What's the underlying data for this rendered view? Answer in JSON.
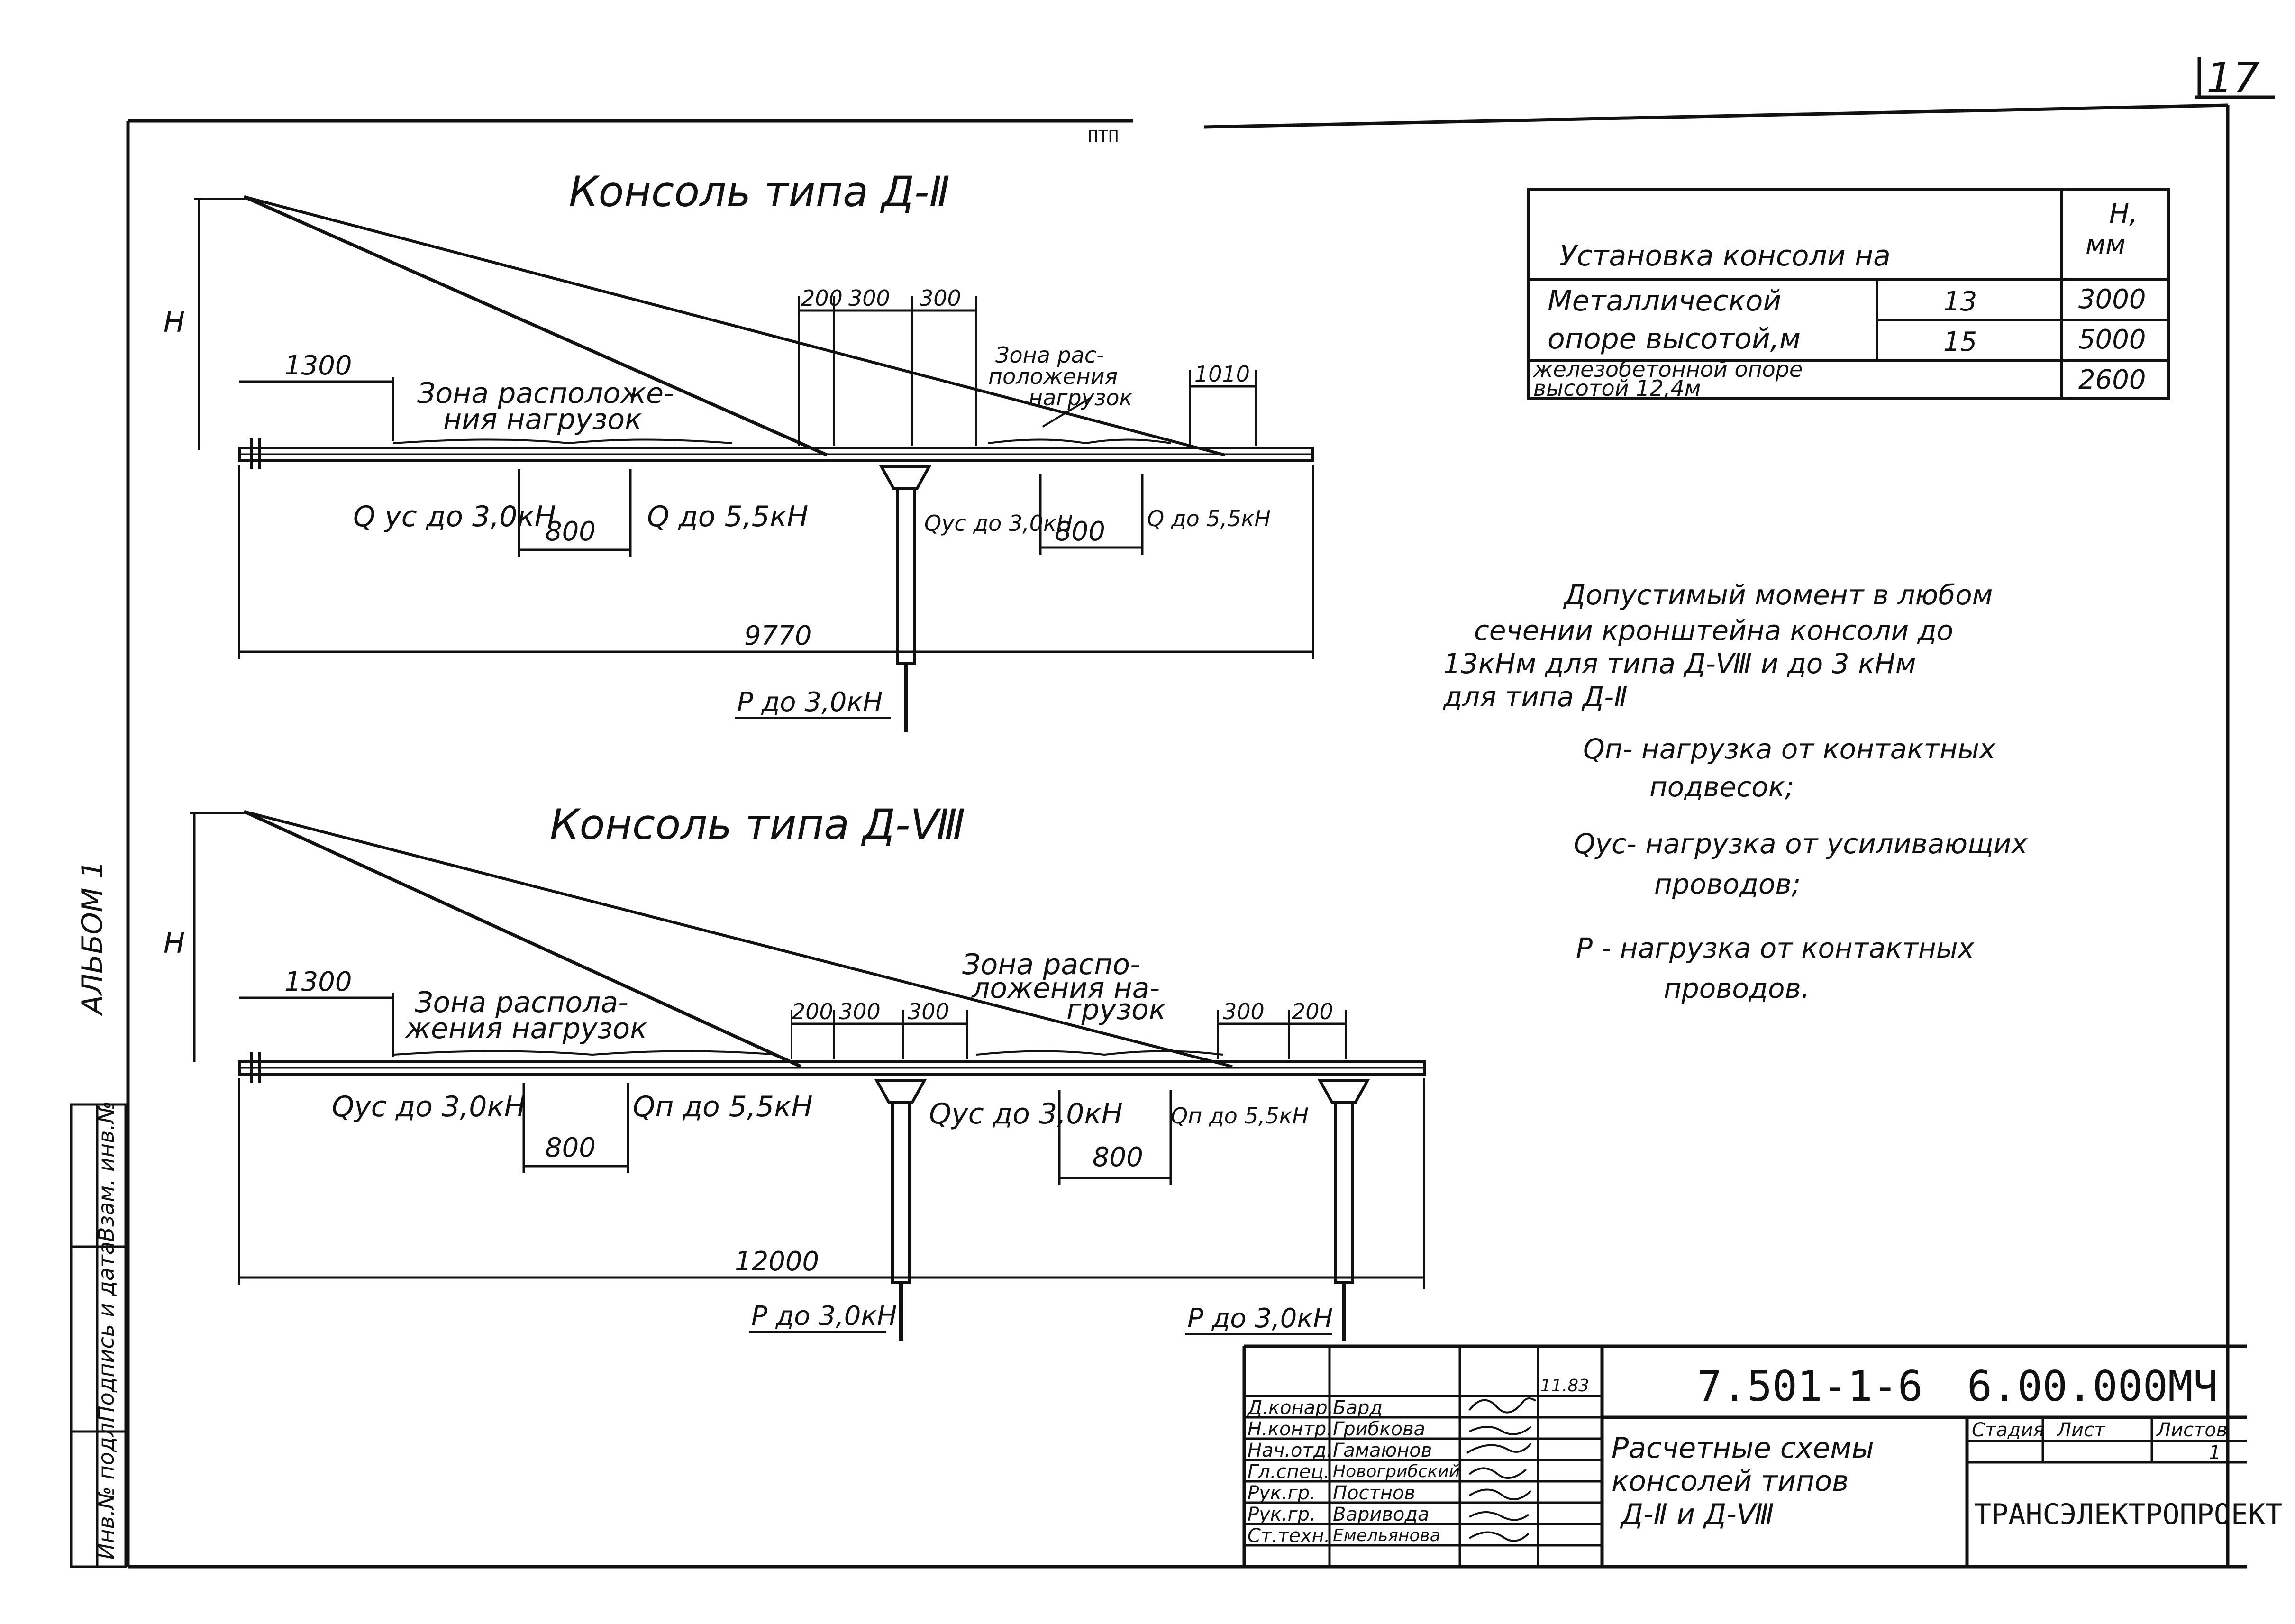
{
  "page_number": "17",
  "side_label": "АЛЬБОМ 1",
  "side_stamp": [
    "Инв.№ подл.",
    "Подпись и дата",
    "Взам. инв.№"
  ],
  "top_mark": "ПТП",
  "console_2": {
    "title": "Консоль типа Д-Ⅱ",
    "h_label": "Н",
    "dim_1300": "1300",
    "zone_left": [
      "Зона расположе-",
      "ния нагрузок"
    ],
    "dim_200": "200",
    "dim_300a": "300",
    "dim_300b": "300",
    "zone_right": [
      "Зона рас-",
      "положения",
      "нагрузок"
    ],
    "dim_1010": "1010",
    "q_us_left": "Q ус до 3,0кН",
    "dim_800_left": "800",
    "q_left": "Q до 5,5кН",
    "q_us_right": "Qус до 3,0кН",
    "dim_800_right": "800",
    "q_right": "Q до 5,5кН",
    "dim_total": "9770",
    "p_load": "Р до 3,0кН"
  },
  "console_8": {
    "title": "Консоль типа Д-Ⅷ",
    "h_label": "Н",
    "dim_1300": "1300",
    "zone_left": [
      "Зона распола-",
      "жения нагрузок"
    ],
    "dim_200": "200",
    "dim_300a": "300",
    "dim_300b": "300",
    "zone_right": [
      "Зона распо-",
      "ложения на-",
      "грузок"
    ],
    "dim_300c": "300",
    "dim_200b": "200",
    "q_us_left": "Qус до 3,0кН",
    "dim_800_left": "800",
    "q_n_left": "Qп до 5,5кН",
    "q_us_mid": "Qус до 3,0кН",
    "dim_800_right": "800",
    "q_n_right": "Qп до 5,5кН",
    "dim_total": "12000",
    "p_load_left": "Р до 3,0кН",
    "p_load_right": "Р до 3,0кН"
  },
  "install_table": {
    "header_main": "Установка консоли на",
    "header_h": [
      "Н,",
      "мм"
    ],
    "metal_label": [
      "Металлической",
      "опоре высотой,м"
    ],
    "rows": [
      {
        "height": "13",
        "value": "3000"
      },
      {
        "height": "15",
        "value": "5000"
      }
    ],
    "concrete_label": [
      "железобетонной опоре",
      "высотой 12,4м"
    ],
    "concrete_value": "2600"
  },
  "notes": {
    "moment": [
      "Допустимый момент в любом",
      "сечении кронштейна консоли до",
      "13кНм  для типа  Д-Ⅷ и до 3 кНм",
      "для типа Д-Ⅱ"
    ],
    "legend": [
      [
        "Qп- нагрузка  от контактных",
        "подвесок;"
      ],
      [
        "Qус- нагрузка от усиливающих",
        "проводов;"
      ],
      [
        "Р -  нагрузка от контактных",
        "проводов."
      ]
    ]
  },
  "title_block": {
    "doc_code": "7.501-1-6",
    "doc_number": "6.00.000МЧ",
    "sheet_title": [
      "Расчетные схемы",
      "консолей типов",
      "Д-Ⅱ и Д-Ⅷ"
    ],
    "col_stage": "Стадия",
    "col_sheet": "Лист",
    "col_sheets": "Листов",
    "sheets_count": "1",
    "company": "ТРАНСЭЛЕКТРОПРОЕКТ",
    "date": "11.83",
    "people": [
      {
        "role": "Д.конар.",
        "name": "Бард"
      },
      {
        "role": "Н.контр.",
        "name": "Грибкова"
      },
      {
        "role": "Нач.отд.",
        "name": "Гамаюнов"
      },
      {
        "role": "Гл.спец.",
        "name": "Новогрибский"
      },
      {
        "role": "Рук.гр.",
        "name": "Постнов"
      },
      {
        "role": "Рук.гр.",
        "name": "Варивода"
      },
      {
        "role": "Ст.техн.",
        "name": "Емельянова"
      }
    ]
  }
}
